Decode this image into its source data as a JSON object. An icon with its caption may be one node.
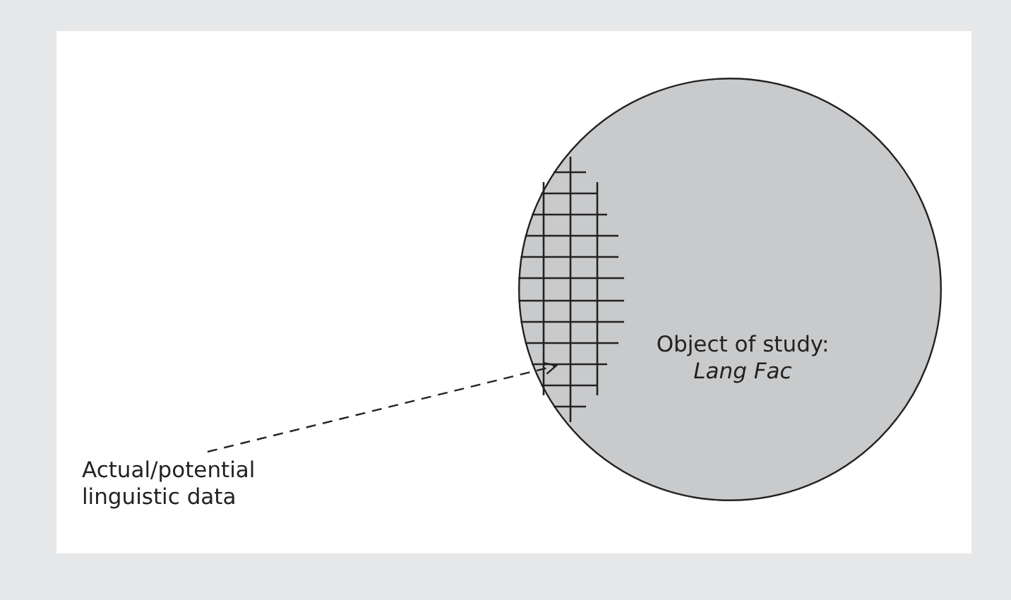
{
  "diagram": {
    "nodes": [
      {
        "text": [
          "Object of study: *Lang Fac*"
        ]
      },
      {
        "text": [],
        "shape": "grid",
        "in": 0
      },
      {
        "text": [
          "Actual/potential linguistic data"
        ]
      }
    ],
    "edges": [
      {
        "from": 2,
        "to": 1,
        "arrow": "to",
        "style": "dashed"
      }
    ]
  }
}
